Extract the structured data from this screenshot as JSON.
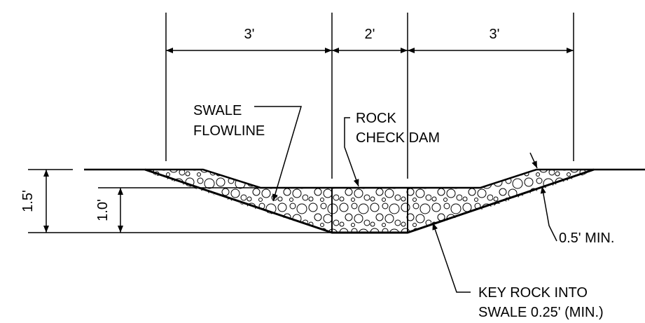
{
  "dimensions": {
    "left_width": "3'",
    "center_width": "2'",
    "right_width": "3'",
    "total_depth": "1.5'",
    "flow_depth": "1.0'"
  },
  "labels": {
    "swale_flowline": [
      "SWALE",
      "FLOWLINE"
    ],
    "rock_check_dam": [
      "ROCK",
      "CHECK DAM"
    ],
    "min_thickness": "0.5' MIN.",
    "key_rock": [
      "KEY ROCK INTO",
      "SWALE 0.25' (MIN.)"
    ]
  },
  "colors": {
    "line": "#000000",
    "background": "#ffffff"
  }
}
